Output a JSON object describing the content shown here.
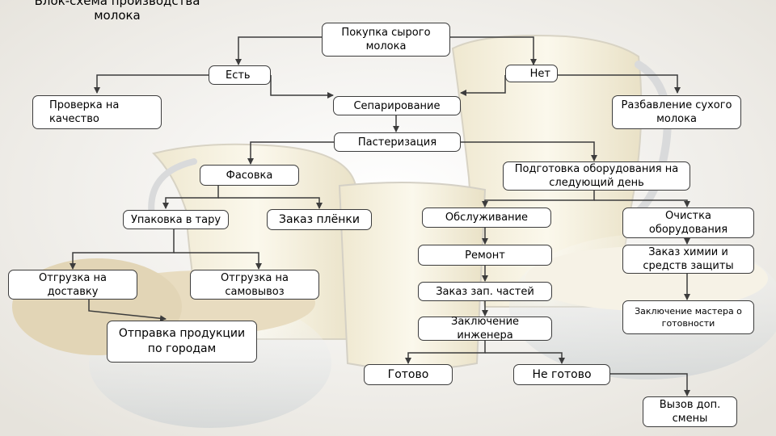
{
  "title": {
    "line1": "Блок-схема производства",
    "line2": "молока"
  },
  "boxes": {
    "raw_purchase": {
      "line1": "Покупка сырого",
      "line2": "молока"
    },
    "yes": "Есть",
    "no": "Нет",
    "quality_check": {
      "line1": "Проверка на",
      "line2": "качество"
    },
    "separation": "Сепарирование",
    "dry_milk": {
      "line1": "Разбавление сухого",
      "line2": "молока"
    },
    "pasteurization": "Пастеризация",
    "packaging": "Фасовка",
    "equipment_prep": {
      "line1": "Подготовка оборудования на",
      "line2": "следующий день"
    },
    "container_pack": "Упаковка в тару",
    "film_order": "Заказ плёнки",
    "service": "Обслуживание",
    "cleaning": {
      "line1": "Очистка",
      "line2": "оборудования"
    },
    "delivery": {
      "line1": "Отгрузка на",
      "line2": "доставку"
    },
    "pickup": {
      "line1": "Отгрузка на",
      "line2": "самовывоз"
    },
    "repair": "Ремонт",
    "chemicals": {
      "line1": "Заказ химии и",
      "line2": "средств защиты"
    },
    "parts_order": "Заказ зап. частей",
    "city_shipping": {
      "line1": "Отправка продукции",
      "line2": "по городам"
    },
    "engineer": {
      "line1": "Заключение",
      "line2": "инженера"
    },
    "master": {
      "line1": "Заключение мастера о",
      "line2": "готовности"
    },
    "ready": "Готово",
    "not_ready": "Не готово",
    "extra_shift": {
      "line1": "Вызов доп.",
      "line2": "смены"
    }
  }
}
